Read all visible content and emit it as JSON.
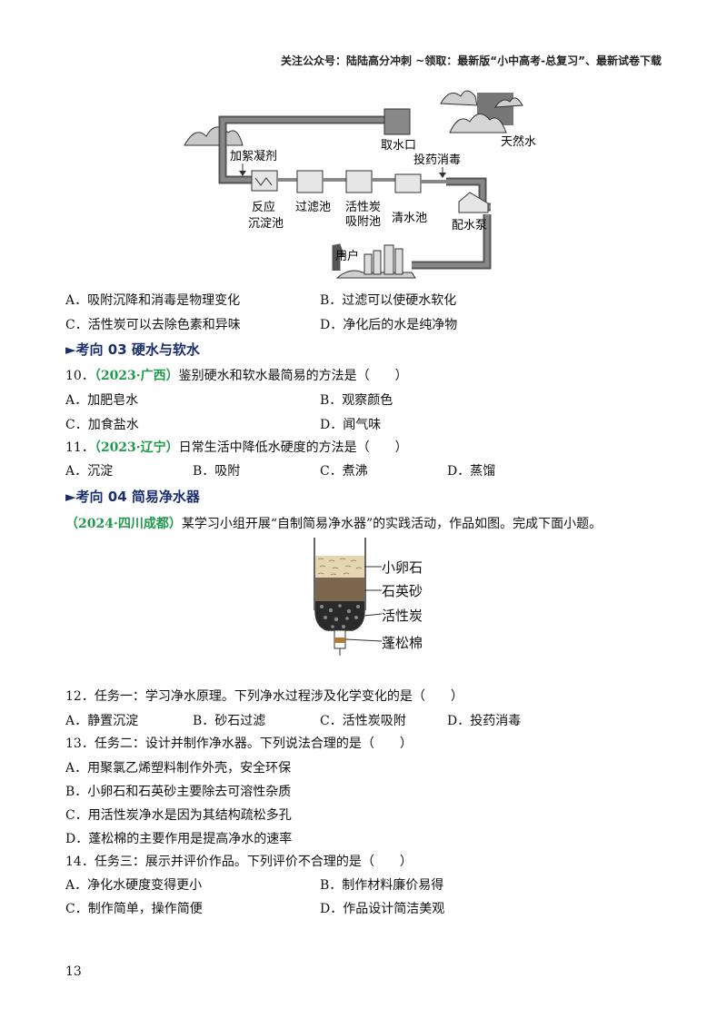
{
  "header": "关注公众号：陆陆高分冲刺  ~领取：最新版“小中高考-总复习”、最新试卷下载",
  "fig1": {
    "labels": {
      "intake": "取水口",
      "natural": "天然水",
      "coag": "加絮凝剂",
      "react1": "反应",
      "react2": "沉淀池",
      "filter": "过滤池",
      "carbon1": "活性炭",
      "carbon2": "吸附池",
      "clear": "清水池",
      "disinfect": "投药消毒",
      "pump": "配水泵",
      "user": "用户"
    }
  },
  "q9_options": {
    "a": "A．吸附沉降和消毒是物理变化",
    "b": "B．过滤可以使硬水软化",
    "c": "C．活性炭可以去除色素和异味",
    "d": "D．净化后的水是纯净物"
  },
  "section3": "►考向 03  硬水与软水",
  "q10": {
    "num": "10．",
    "src": "（2023·广西）",
    "text": "鉴别硬水和软水最简易的方法是（　　）",
    "a": "A．加肥皂水",
    "b": "B．观察颜色",
    "c": "C．加食盐水",
    "d": "D．闻气味"
  },
  "q11": {
    "num": "11．",
    "src": "（2023·辽宁）",
    "text": "日常生活中降低水硬度的方法是（　　）",
    "a": "A．沉淀",
    "b": "B．吸附",
    "c": "C．煮沸",
    "d": "D．蒸馏"
  },
  "section4": "►考向 04  简易净水器",
  "intro": {
    "src": "（2024·四川成都）",
    "text": "某学习小组开展“自制简易净水器”的实践活动，作品如图。完成下面小题。"
  },
  "fig2": {
    "l1": "小卵石",
    "l2": "石英砂",
    "l3": "活性炭",
    "l4": "蓬松棉"
  },
  "q12": {
    "text": "12．任务一：学习净水原理。下列净水过程涉及化学变化的是（　　）",
    "a": "A．静置沉淀",
    "b": "B．砂石过滤",
    "c": "C．活性炭吸附",
    "d": "D．投药消毒"
  },
  "q13": {
    "text": "13．任务二：设计并制作净水器。下列说法合理的是（　　）",
    "a": "A．用聚氯乙烯塑料制作外壳，安全环保",
    "b": "B．小卵石和石英砂主要除去可溶性杂质",
    "c": "C．用活性炭净水是因为其结构疏松多孔",
    "d": "D．蓬松棉的主要作用是提高净水的速率"
  },
  "q14": {
    "text": "14．任务三：展示并评价作品。下列评价不合理的是（　　）",
    "a": "A．净化水硬度变得更小",
    "b": "B．制作材料廉价易得",
    "c": "C．制作简单，操作简便",
    "d": "D．作品设计简洁美观"
  },
  "page_number": "13"
}
